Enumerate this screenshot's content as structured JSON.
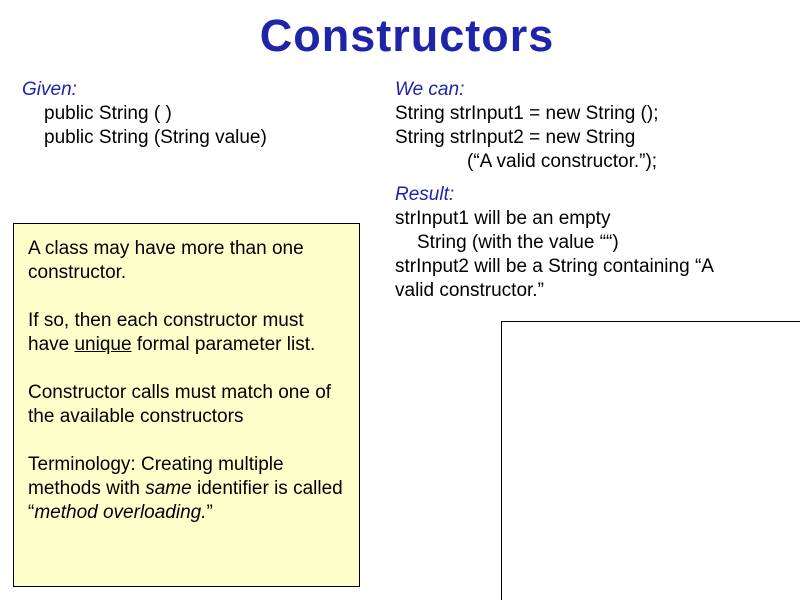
{
  "slide": {
    "title": "Constructors",
    "given": {
      "header": "Given:",
      "lines": [
        "public String ( )",
        "public String (String value)"
      ]
    },
    "we_can": {
      "header": "We can:",
      "lines": [
        "String strInput1 = new String ();",
        "String strInput2 = new String",
        "(“A valid constructor.”);"
      ]
    },
    "result": {
      "header": "Result:",
      "line1": "strInput1 will be an empty",
      "line2": "String (with the value ““)",
      "line3": "strInput2 will be a String containing “A",
      "line4": "valid constructor.”"
    },
    "note": {
      "p1": "A class may have more than one constructor.",
      "p2_pre": "If so, then each constructor must have ",
      "p2_underline": "unique",
      "p2_post": " formal parameter list.",
      "p3": "Constructor calls must match one of the available constructors",
      "p4_pre": "Terminology:  Creating multiple methods with ",
      "p4_italic1": "same",
      "p4_mid": " identifier is called “",
      "p4_italic2": "method overloading.",
      "p4_post": "”"
    }
  }
}
